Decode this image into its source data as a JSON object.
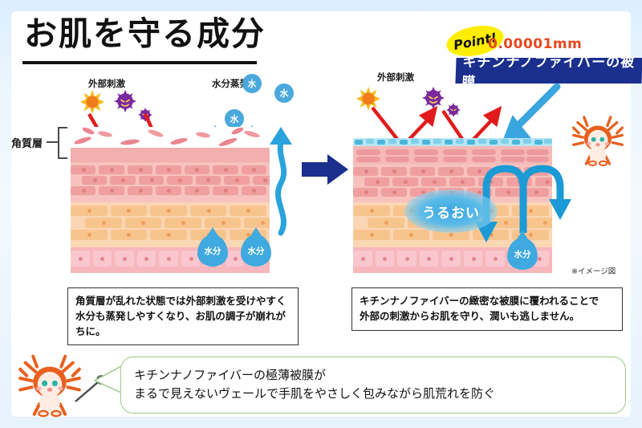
{
  "page": {
    "title": "お肌を守る成分",
    "background_color": "#e6f2fc",
    "card_color": "#ffffff"
  },
  "badge": {
    "point_label": "Point!",
    "point_color": "#ffee00",
    "measurement": "0.00001mm",
    "measurement_color": "#e8471f",
    "fiber_label": "キチンナノファイバーの被膜",
    "fiber_band_color": "#1b2f8e"
  },
  "left_panel": {
    "stratum_label": "角質層",
    "stimuli_label": "外部刺激",
    "evaporation_label": "水分蒸発",
    "water_ball_label": "水",
    "water_drop_label": "水分",
    "caption": "角質層が乱れた状態では外部刺激を受けやすく\n水分も蒸発しやすくなり、お肌の調子が崩れがちに。"
  },
  "right_panel": {
    "stimuli_label": "外部刺激",
    "moisture_label": "うるおい",
    "water_drop_label": "水分",
    "caption": "キチンナノファイバーの緻密な被膜に覆われることで\n外部の刺激からお肌を守り、潤いも逃しません。",
    "image_note": "※イメージ図"
  },
  "footer": {
    "bubble_text": "キチンナノファイバーの極薄被膜が\nまるで見えないヴェールで手肌をやさしく包みながら肌荒れを防ぐ",
    "bubble_border_color": "#9ec98a",
    "mascot_color": "#e8601f"
  },
  "colors": {
    "red_arrow": "#e01b1b",
    "blue_arrow": "#1b9ad6",
    "navy_arrow": "#1b2f8e",
    "fiber_blue": "#49b6da"
  }
}
